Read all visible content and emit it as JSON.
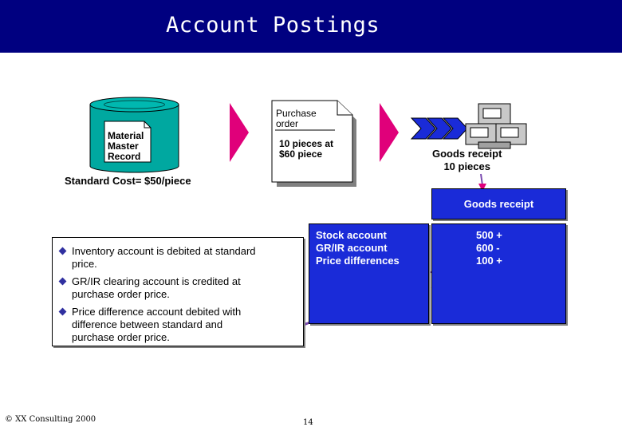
{
  "header": {
    "title": "Account Postings"
  },
  "material_master": {
    "label_lines": [
      "Material",
      "Master",
      "Record"
    ]
  },
  "purchase_order": {
    "title_lines": [
      "Purchase",
      "order"
    ],
    "detail_lines": [
      "10 pieces at",
      "$60 piece"
    ]
  },
  "standard_cost": "Standard Cost= $50/piece",
  "goods_receipt": {
    "label_lines": [
      "Goods receipt",
      "10 pieces"
    ]
  },
  "postings_box": {
    "title": "Goods receipt",
    "accounts": [
      "Stock account",
      "GR/IR account",
      "Price differences"
    ],
    "amounts": [
      "500 +",
      "600 -",
      "100 +"
    ]
  },
  "bullets": [
    {
      "lines": [
        "Inventory account is debited at standard",
        "price."
      ]
    },
    {
      "lines": [
        "GR/IR clearing account is credited at",
        "purchase order price."
      ]
    },
    {
      "lines": [
        "Price difference account debited with",
        "difference between standard and",
        "purchase order price."
      ]
    }
  ],
  "footer": {
    "copyright": "© XX Consulting 2000",
    "page_number": "14"
  },
  "colors": {
    "header": "#000080",
    "box_blue": "#1a2bd8",
    "arrow_magenta": "#e0007a",
    "cylinder_teal": "#00a8a0"
  }
}
